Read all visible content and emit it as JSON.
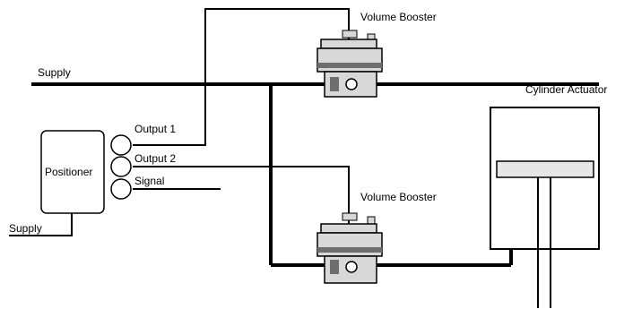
{
  "labels": {
    "supply_main": "Supply",
    "supply_positioner": "Supply",
    "positioner": "Positioner",
    "output_1": "Output 1",
    "output_2": "Output 2",
    "signal": "Signal",
    "booster_top": "Volume Booster",
    "booster_bottom": "Volume Booster",
    "cylinder": "Cylinder Actuator"
  },
  "colors": {
    "line": "#000000",
    "background": "#ffffff",
    "booster_body": "#d8d8d8",
    "booster_shadow": "#6e6e6e",
    "actuator_bar": "#e6e6e6"
  }
}
